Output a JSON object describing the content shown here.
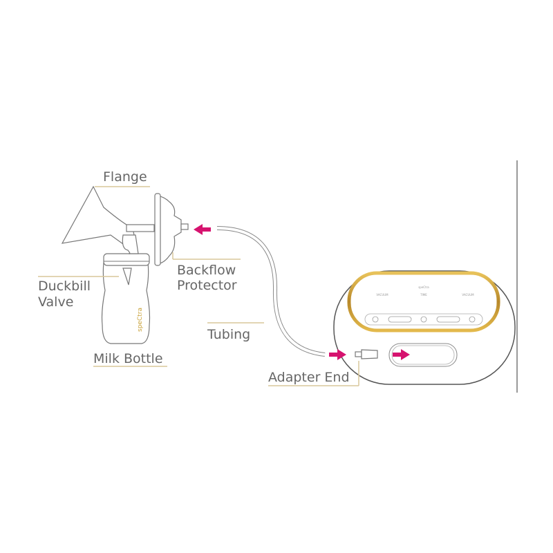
{
  "labels": {
    "flange": "Flange",
    "backflow_line1": "Backflow",
    "backflow_line2": "Protector",
    "duckbill_line1": "Duckbill",
    "duckbill_line2": "Valve",
    "tubing": "Tubing",
    "milk_bottle": "Milk Bottle",
    "adapter_end": "Adapter End"
  },
  "device": {
    "brand": "speCtra",
    "left_label": "VACUUM",
    "center_label": "TIME",
    "right_label": "VACUUM"
  },
  "bottle_brand": "speCtra",
  "colors": {
    "arrow": "#d6136f",
    "leader_line": "#d9c79a",
    "gold_ring": "#c9a23a",
    "outline": "#777777"
  }
}
